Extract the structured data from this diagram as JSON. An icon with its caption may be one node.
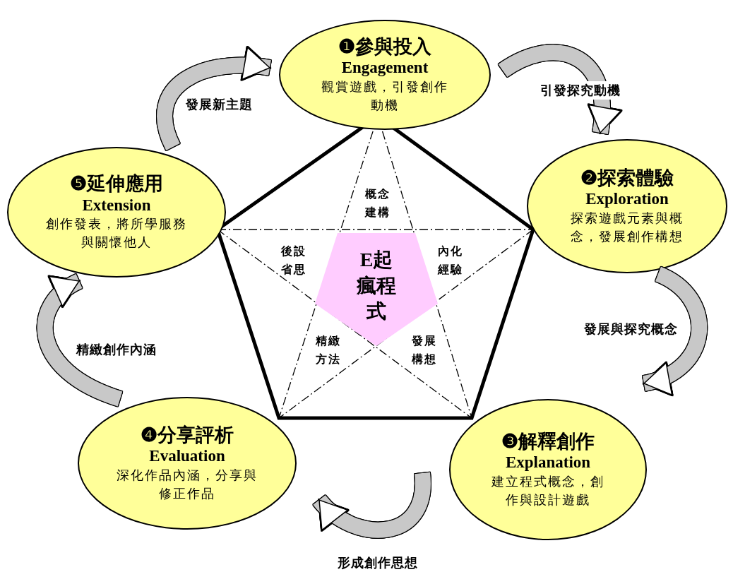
{
  "diagram": {
    "nodes": [
      {
        "text": [
          "❶參與投入",
          "Engagement",
          "觀賞遊戲，引發創作動機"
        ]
      },
      {
        "text": [
          "❷探索體驗",
          "Exploration",
          "探索遊戲元素與概念，發展創作構想"
        ]
      },
      {
        "text": [
          "❸解釋創作",
          "Explanation",
          "建立程式概念，創作與設計遊戲"
        ]
      },
      {
        "text": [
          "❹分享評析",
          "Evaluation",
          "深化作品內涵，分享與修正作品"
        ]
      },
      {
        "text": [
          "❺延伸應用",
          "Extension",
          "創作發表，將所學服務與關懷他人"
        ]
      },
      {
        "text": [
          "E起瘋程式"
        ]
      }
    ],
    "edges": [
      {
        "from": 0,
        "to": 1,
        "arrow": "to",
        "label": "引發探究動機"
      },
      {
        "from": 1,
        "to": 2,
        "arrow": "to",
        "label": "發展與探究概念"
      },
      {
        "from": 2,
        "to": 3,
        "arrow": "to",
        "label": "形成創作思想"
      },
      {
        "from": 3,
        "to": 4,
        "arrow": "to",
        "label": "精緻創作內涵"
      },
      {
        "from": 4,
        "to": 0,
        "arrow": "to",
        "label": "發展新主題"
      }
    ],
    "labels": [
      "概念建構",
      "後設省思",
      "內化經驗",
      "精緻方法",
      "發展構想"
    ]
  }
}
